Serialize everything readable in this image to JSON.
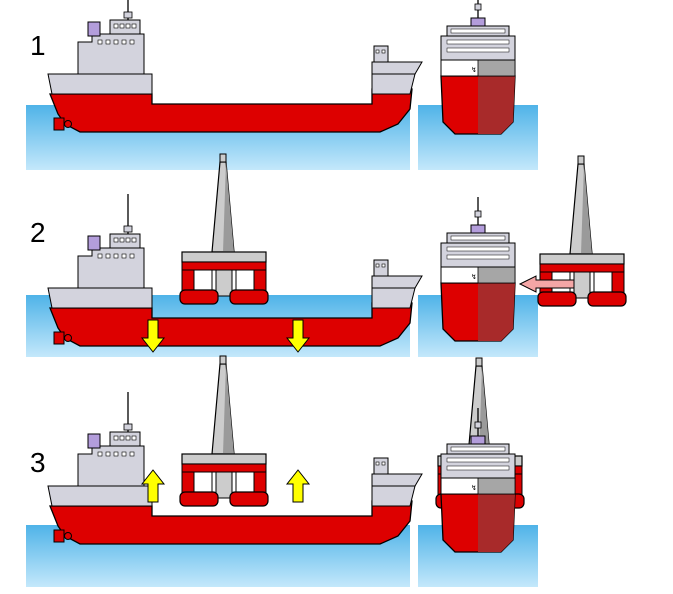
{
  "steps": [
    {
      "label": "1"
    },
    {
      "label": "2"
    },
    {
      "label": "3"
    }
  ],
  "colors": {
    "hull_red": "#dd0000",
    "hull_dark_red": "#a82a2a",
    "superstructure": "#d3d3dd",
    "superstructure_dark": "#a6a6a6",
    "platform_gray": "#cccccc",
    "platform_dark": "#9a9a9a",
    "funnel": "#b39ddb",
    "water_top": "#4fb3e8",
    "water_bottom": "#bfe6fb",
    "arrow_yellow": "#ffff00",
    "arrow_pink": "#f4a6a6",
    "outline": "#000000"
  },
  "icons": {
    "down_arrow": "yellow-down-arrow-icon",
    "up_arrow": "yellow-up-arrow-icon",
    "side_arrow": "pink-left-arrow-icon"
  }
}
